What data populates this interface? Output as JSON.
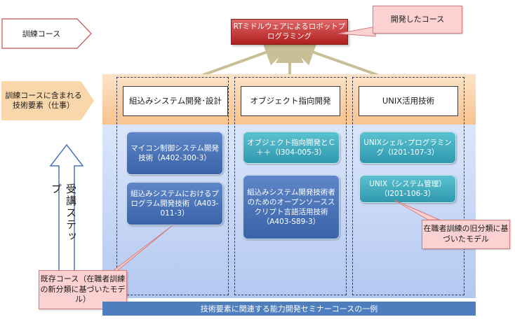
{
  "labels": {
    "training_course": "訓練コース",
    "tech_elements": "訓練コースに含まれる技術要素（仕事）",
    "steps": "受講ステップ"
  },
  "top_course": "RTミドルウェアによるロボットプログラミング",
  "callouts": {
    "developed": "開発したコース",
    "old_model": "在職者訓練の旧分類に基づいたモデル",
    "new_model": "既存コース（在職者訓練の新分類に基づいたモデル）"
  },
  "columns": [
    {
      "element": "組込みシステム開発･設計",
      "courses": [
        "マイコン制御システム開発技術（A402-300-3）",
        "組込みシステムにおけるプログラム開発技術（A403-011-3）"
      ]
    },
    {
      "element": "オブジェクト指向開発",
      "courses": [
        "オブジェクト指向開発とＣ＋＋（I304-005-3）",
        "組込みシステム開発技術者のためのオープンソーススクリプト言語活用技術（A403-S89-3）"
      ]
    },
    {
      "element": "UNIX活用技術",
      "courses": [
        "UNIXシェル･プログラミング（I201-107-3）",
        "UNIX（システム管理）（I201-106-3）"
      ]
    }
  ],
  "footer": "技術要素に関連する能力開発セミナーコースの一例",
  "colors": {
    "top_box": "#c0392b",
    "callout": "#fbd1d1",
    "panel_top": "#f8c38e",
    "panel_body": "#c4d4f4",
    "course_blue": "#4a74b8",
    "course_teal": "#3aa9bd",
    "footer": "#4e7ebe"
  }
}
